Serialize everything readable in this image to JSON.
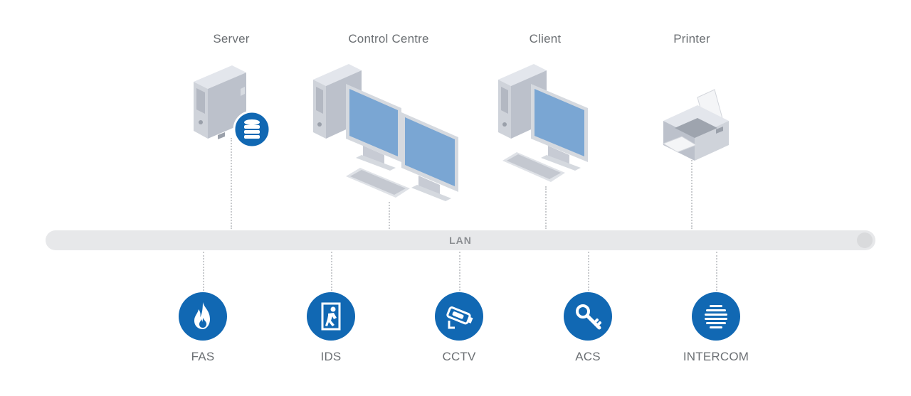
{
  "title": "",
  "nodes": {
    "server": {
      "label": "Server",
      "icon": "server-tower-icon",
      "badge_icon": "database-icon"
    },
    "control_centre": {
      "label": "Control Centre",
      "icon": "dual-monitor-workstation-icon"
    },
    "client": {
      "label": "Client",
      "icon": "workstation-icon"
    },
    "printer": {
      "label": "Printer",
      "icon": "printer-icon"
    }
  },
  "bus": {
    "label": "LAN"
  },
  "subsystems": [
    {
      "label": "FAS",
      "icon": "flame-icon"
    },
    {
      "label": "IDS",
      "icon": "intruder-door-icon"
    },
    {
      "label": "CCTV",
      "icon": "cctv-camera-icon"
    },
    {
      "label": "ACS",
      "icon": "key-icon"
    },
    {
      "label": "INTERCOM",
      "icon": "intercom-speaker-icon"
    }
  ],
  "edges": [
    {
      "from": "server",
      "to": "bus"
    },
    {
      "from": "control_centre",
      "to": "bus"
    },
    {
      "from": "client",
      "to": "bus"
    },
    {
      "from": "printer",
      "to": "bus"
    },
    {
      "from": "bus",
      "to": "FAS"
    },
    {
      "from": "bus",
      "to": "IDS"
    },
    {
      "from": "bus",
      "to": "CCTV"
    },
    {
      "from": "bus",
      "to": "ACS"
    },
    {
      "from": "bus",
      "to": "INTERCOM"
    }
  ],
  "colors": {
    "accent": "#1168b3",
    "bus": "#e7e8ea",
    "device_body": "#c7cbd4",
    "screen": "#7aa6d3",
    "text": "#6b6f73"
  }
}
